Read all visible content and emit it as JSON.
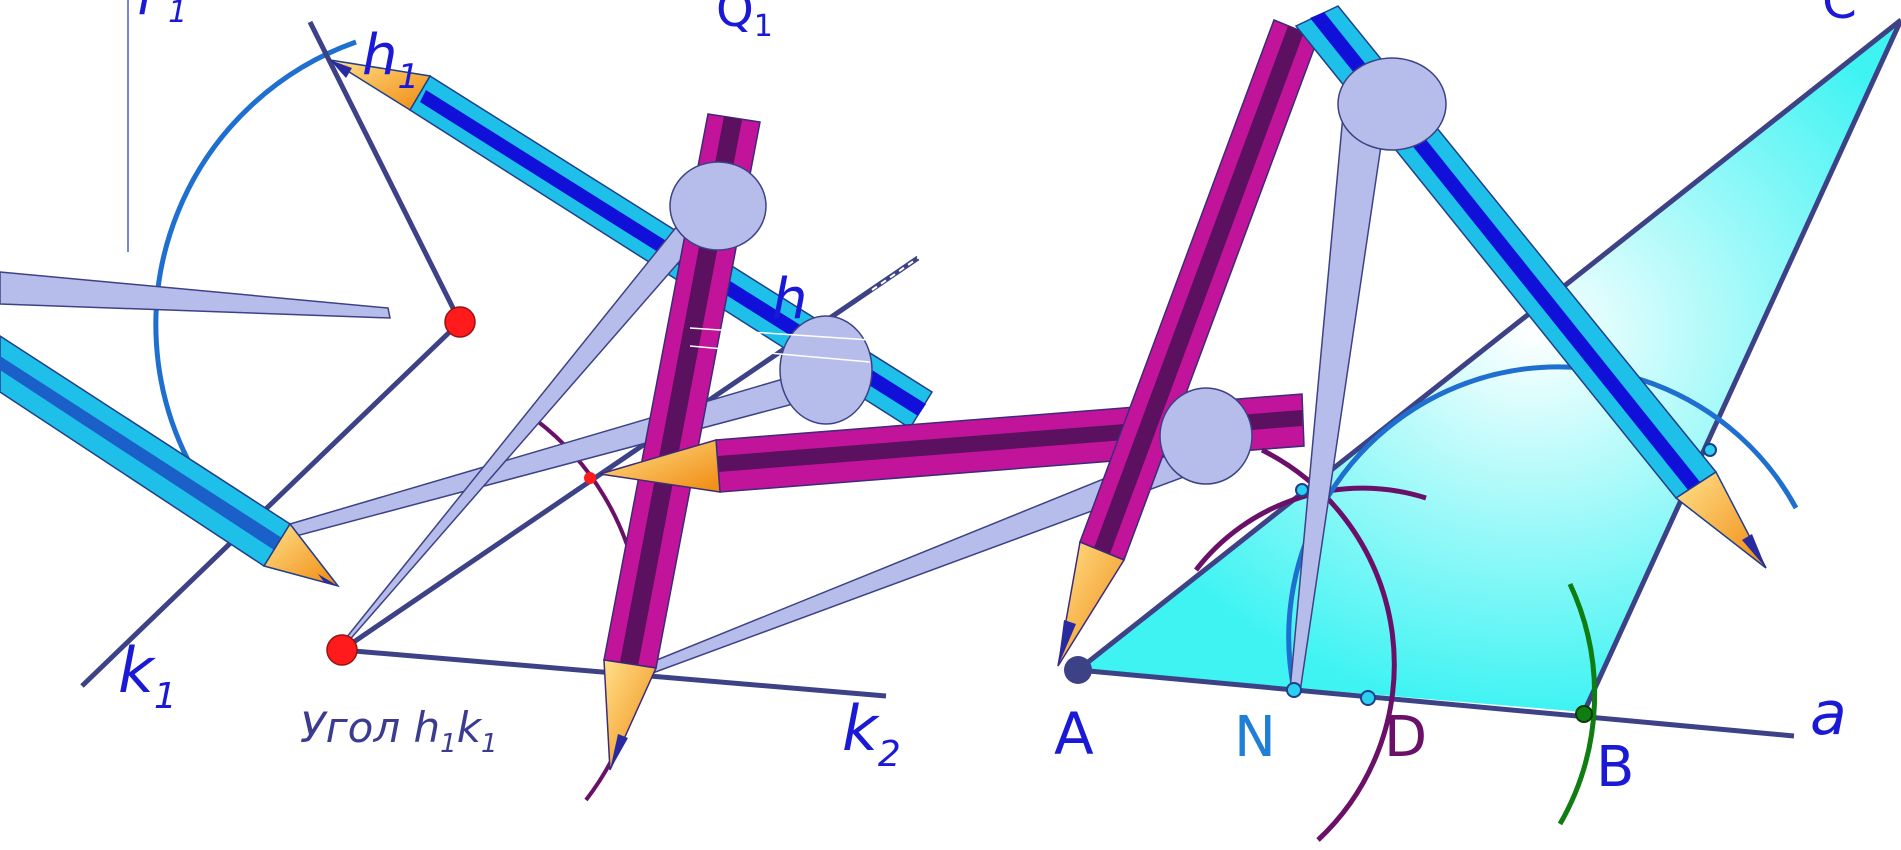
{
  "left_figure": {
    "ray_h1": "h",
    "ray_h1_sub": "1",
    "ray_k1": "k",
    "ray_k1_sub": "1",
    "ray_k2": "k",
    "ray_k2_sub": "2",
    "ray_h": "h",
    "point_top_left": "P",
    "point_top_left_sub": "1",
    "point_top": "Q",
    "point_top_sub": "1",
    "caption_prefix": "Угол h",
    "caption_sub1": "1",
    "caption_mid": "k",
    "caption_sub2": "1"
  },
  "right_figure": {
    "point_A": "A",
    "point_N": "N",
    "point_D": "D",
    "point_B": "B",
    "point_C": "C",
    "line_a": "a"
  },
  "colors": {
    "line": "#3d4286",
    "arc_blue": "#1e6fd0",
    "arc_purple": "#6a1068",
    "arc_green": "#0f7d12",
    "triangle_fill": "#3ff3f3",
    "compass_body": "#b6bdea",
    "pencil_blue": "#1ec0ea",
    "pencil_magenta": "#c2149a",
    "pencil_tip": "#f5a623",
    "point_red": "#ff1b1b",
    "label_blue": "#1a1ad6"
  }
}
